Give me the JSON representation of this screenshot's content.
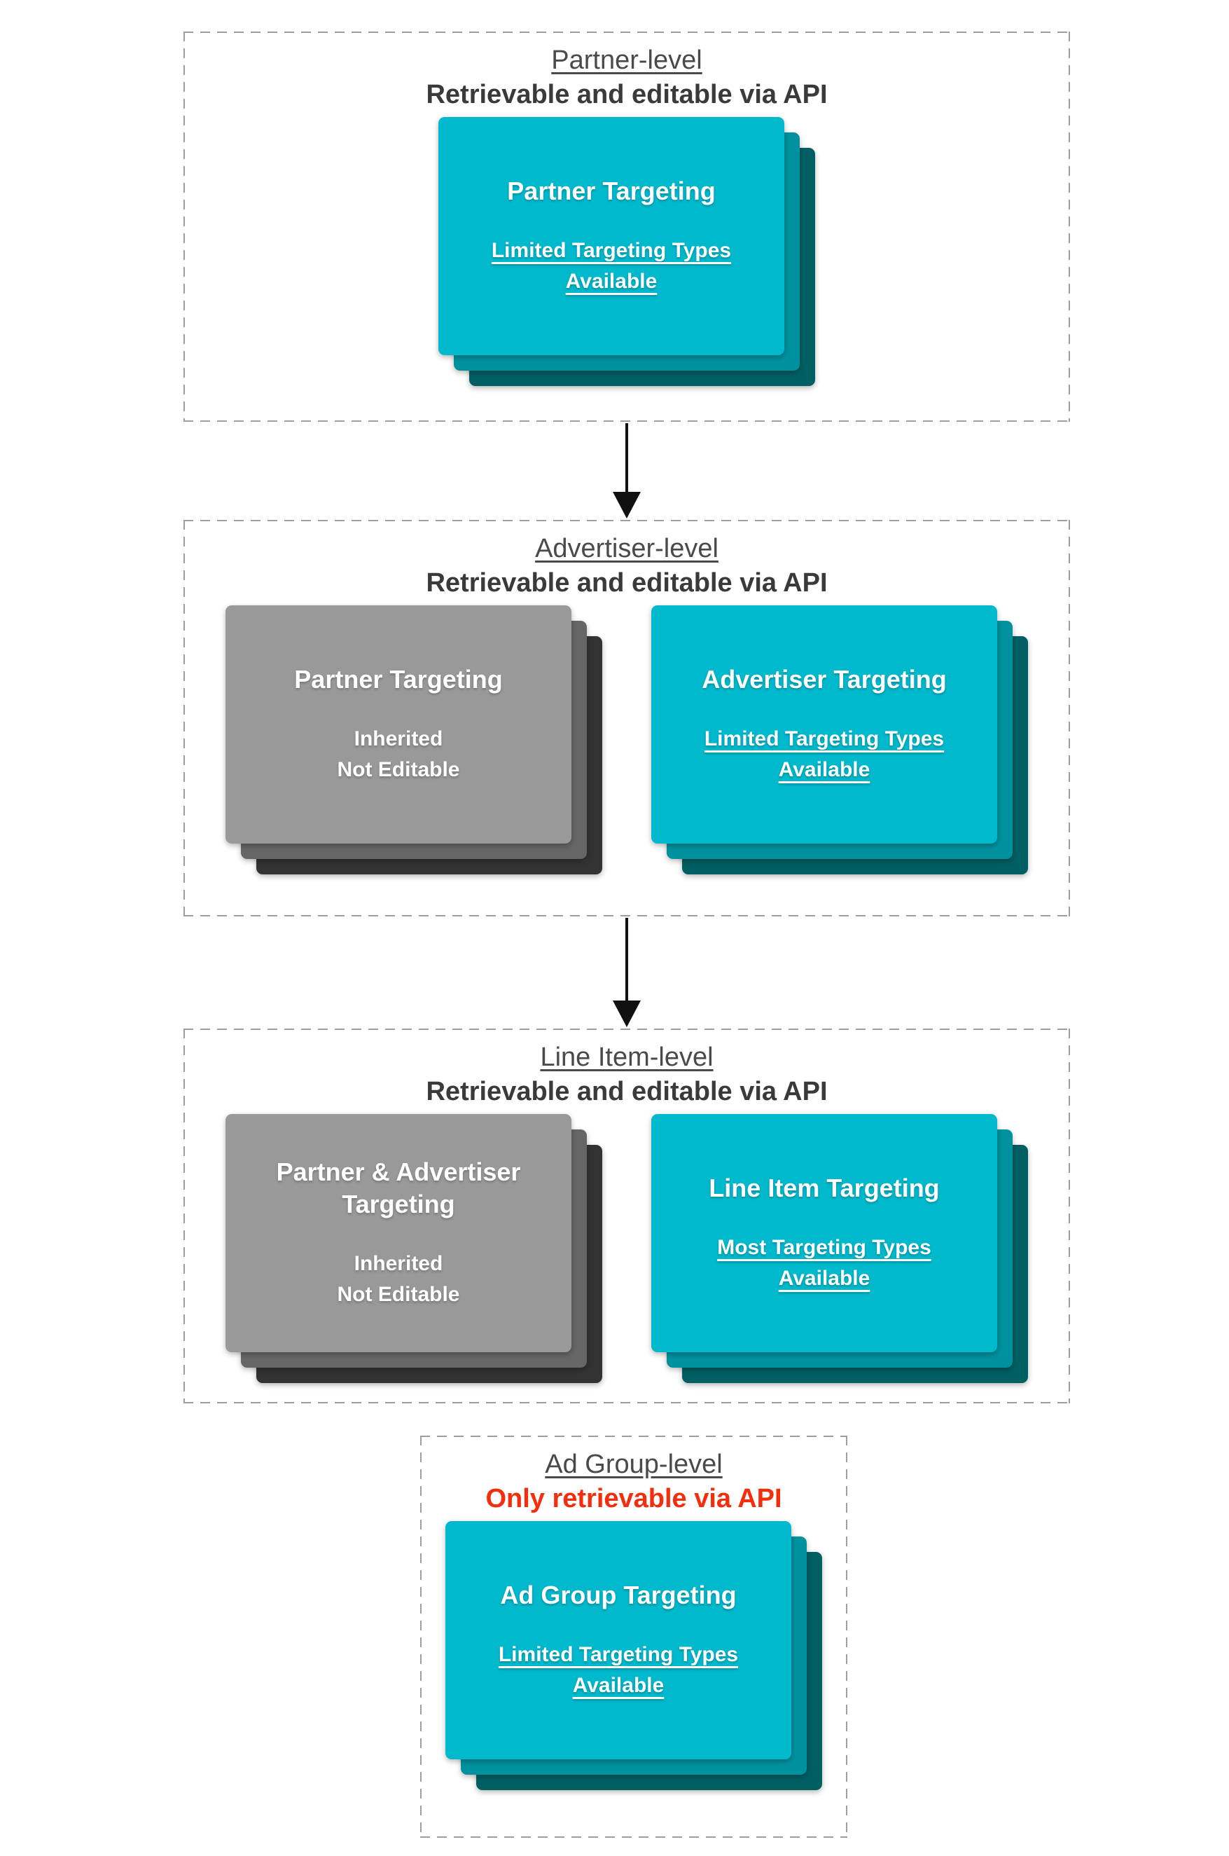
{
  "colors": {
    "card_cyan_front": "#00b9cd",
    "card_cyan_middle": "#00919f",
    "card_cyan_back": "#005f63",
    "card_gray_front": "#999999",
    "card_gray_middle": "#666666",
    "card_gray_back": "#333333",
    "card_text": "#ffffff",
    "section_title": "#4a4a4a",
    "section_subtitle": "#3a3a3a",
    "warning_red": "#f42e0d",
    "dashed_border": "#9e9e9e",
    "arrow": "#111111"
  },
  "sections": [
    {
      "title": "Partner-level",
      "subtitle": "Retrievable and editable via API",
      "cards": [
        {
          "style": "cyan",
          "heading_lines": [
            "Partner Targeting"
          ],
          "body_lines": [
            "Limited Targeting Types",
            "Available"
          ]
        }
      ]
    },
    {
      "title": "Advertiser-level",
      "subtitle": "Retrievable and editable via API",
      "cards": [
        {
          "style": "gray",
          "heading_lines": [
            "Partner Targeting"
          ],
          "body_lines": [
            "Inherited",
            "Not Editable"
          ]
        },
        {
          "style": "cyan",
          "heading_lines": [
            "Advertiser Targeting"
          ],
          "body_lines": [
            "Limited Targeting Types",
            "Available"
          ]
        }
      ]
    },
    {
      "title": "Line Item-level",
      "subtitle": "Retrievable and editable via API",
      "cards": [
        {
          "style": "gray",
          "heading_lines": [
            "Partner & Advertiser",
            "Targeting"
          ],
          "body_lines": [
            "Inherited",
            "Not Editable"
          ]
        },
        {
          "style": "cyan",
          "heading_lines": [
            "Line Item Targeting"
          ],
          "body_lines": [
            "Most Targeting Types",
            "Available"
          ]
        }
      ]
    },
    {
      "title": "Ad Group-level",
      "subtitle": "Only retrievable via API",
      "cards": [
        {
          "style": "cyan",
          "heading_lines": [
            "Ad Group Targeting"
          ],
          "body_lines": [
            "Limited Targeting Types",
            "Available"
          ]
        }
      ]
    }
  ]
}
